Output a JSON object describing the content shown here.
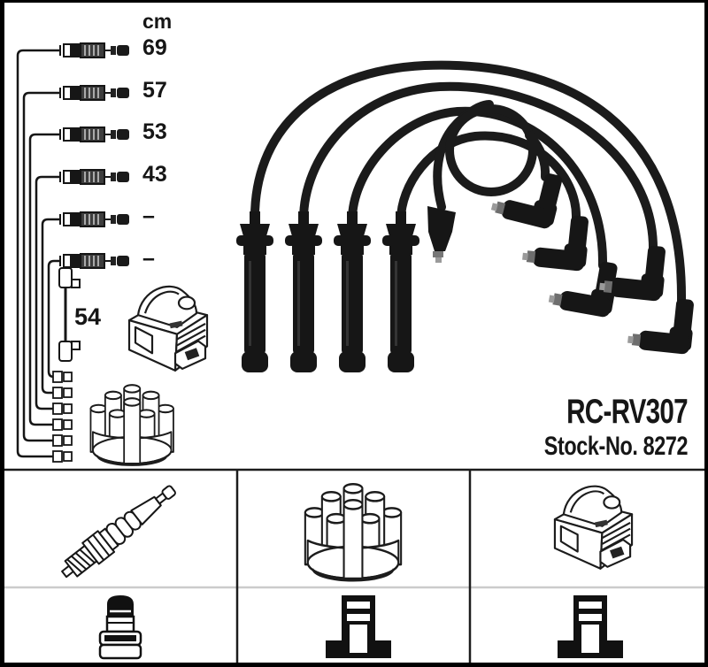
{
  "product": {
    "code": "RC-RV307",
    "stock_number_label": "Stock-No. 8272"
  },
  "length_diagram": {
    "unit_header": "cm",
    "cable_lengths": [
      "69",
      "57",
      "53",
      "43",
      "–",
      "–"
    ],
    "coil_wire_length": "54"
  },
  "icons": {
    "spark_plug": "spark-plug-sketch",
    "distributor_cap": "distributor-cap-sketch",
    "ignition_coil": "ignition-coil-sketch",
    "plug_terminal": "plug-terminal-icon",
    "distributor_terminal": "tower-terminal-icon",
    "coil_terminal": "tower-terminal-icon"
  },
  "colors": {
    "background": "#ffffff",
    "line_art": "#1c1c1c",
    "cable_black": "#1b1b1b",
    "border": "#000000",
    "grid_divider_light": "#cccccc"
  }
}
